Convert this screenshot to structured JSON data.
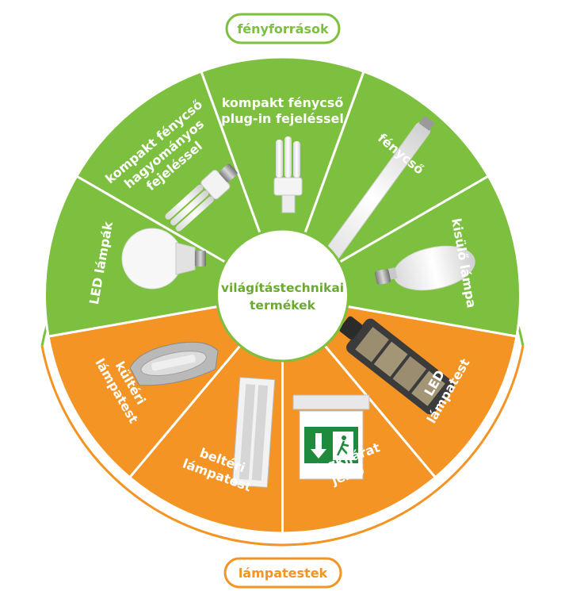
{
  "colors": {
    "green": "#7dc03f",
    "orange": "#f39424",
    "white": "#ffffff",
    "center_text": "#6aaa32"
  },
  "ring_labels": {
    "top": "fényforrások",
    "bottom": "lámpatestek"
  },
  "center": {
    "line1": "világítástechnikai",
    "line2": "termékek"
  },
  "segments": [
    {
      "id": "kompakt-plugin",
      "lines": [
        "kompakt fénycső",
        "plug-in fejeléssel"
      ],
      "group": "fényforrások",
      "icon": "compact-plugin-lamp-icon"
    },
    {
      "id": "fenycso",
      "lines": [
        "fénycső"
      ],
      "group": "fényforrások",
      "icon": "fluorescent-tube-icon"
    },
    {
      "id": "kisulo-lampa",
      "lines": [
        "kisülő lámpa"
      ],
      "group": "fényforrások",
      "icon": "discharge-lamp-icon"
    },
    {
      "id": "led-lampatest",
      "lines": [
        "LED",
        "lámpatest"
      ],
      "group": "lámpatestek",
      "icon": "led-streetlight-icon"
    },
    {
      "id": "veszkijarat",
      "lines": [
        "vészkijárat",
        "jelző"
      ],
      "group": "lámpatestek",
      "icon": "emergency-exit-sign-icon"
    },
    {
      "id": "belteri",
      "lines": [
        "beltéri",
        "lámpatest"
      ],
      "group": "lámpatestek",
      "icon": "indoor-luminaire-icon"
    },
    {
      "id": "kulteri",
      "lines": [
        "kültéri",
        "lámpatest"
      ],
      "group": "lámpatestek",
      "icon": "outdoor-luminaire-icon"
    },
    {
      "id": "led-lampak",
      "lines": [
        "LED lámpák"
      ],
      "group": "fényforrások",
      "icon": "led-bulb-icon"
    },
    {
      "id": "kompakt-hagyomanyos",
      "lines": [
        "kompakt fénycső",
        "hagyományos",
        "fejeléssel"
      ],
      "group": "fényforrások",
      "icon": "compact-classic-lamp-icon"
    }
  ]
}
